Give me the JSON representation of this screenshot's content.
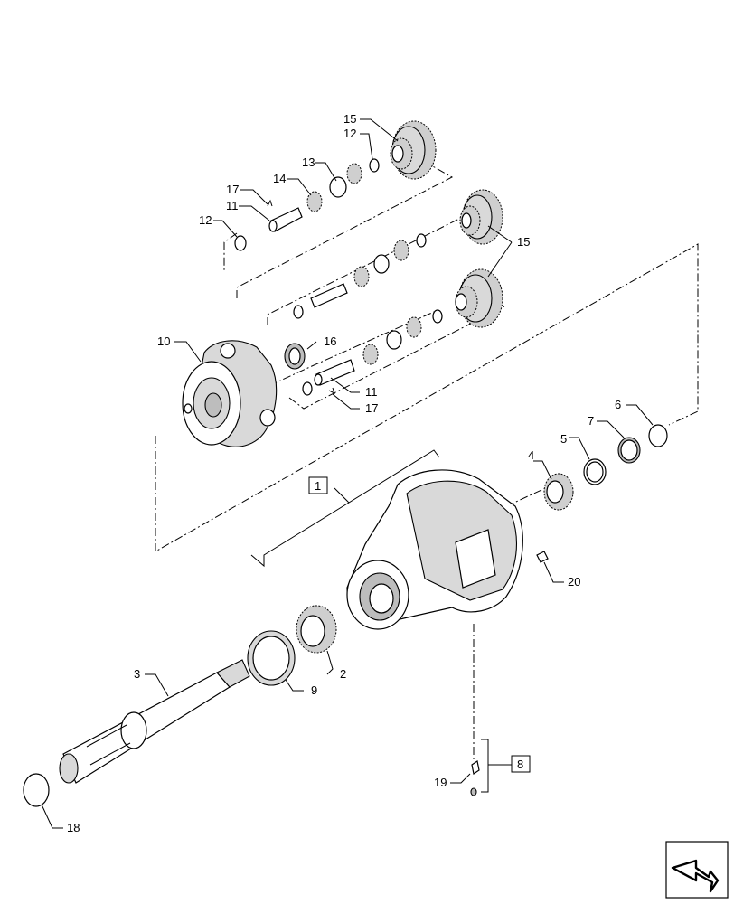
{
  "callouts": {
    "c1": "1",
    "c2": "2",
    "c3": "3",
    "c4": "4",
    "c5": "5",
    "c6": "6",
    "c7": "7",
    "c8": "8",
    "c9": "9",
    "c10": "10",
    "c11a": "11",
    "c11b": "11",
    "c12a": "12",
    "c12b": "12",
    "c13": "13",
    "c14": "14",
    "c15a": "15",
    "c15b": "15",
    "c16": "16",
    "c17a": "17",
    "c17b": "17",
    "c18": "18",
    "c19": "19",
    "c20": "20"
  },
  "nav": {
    "icon": "next-page-arrow-icon"
  }
}
